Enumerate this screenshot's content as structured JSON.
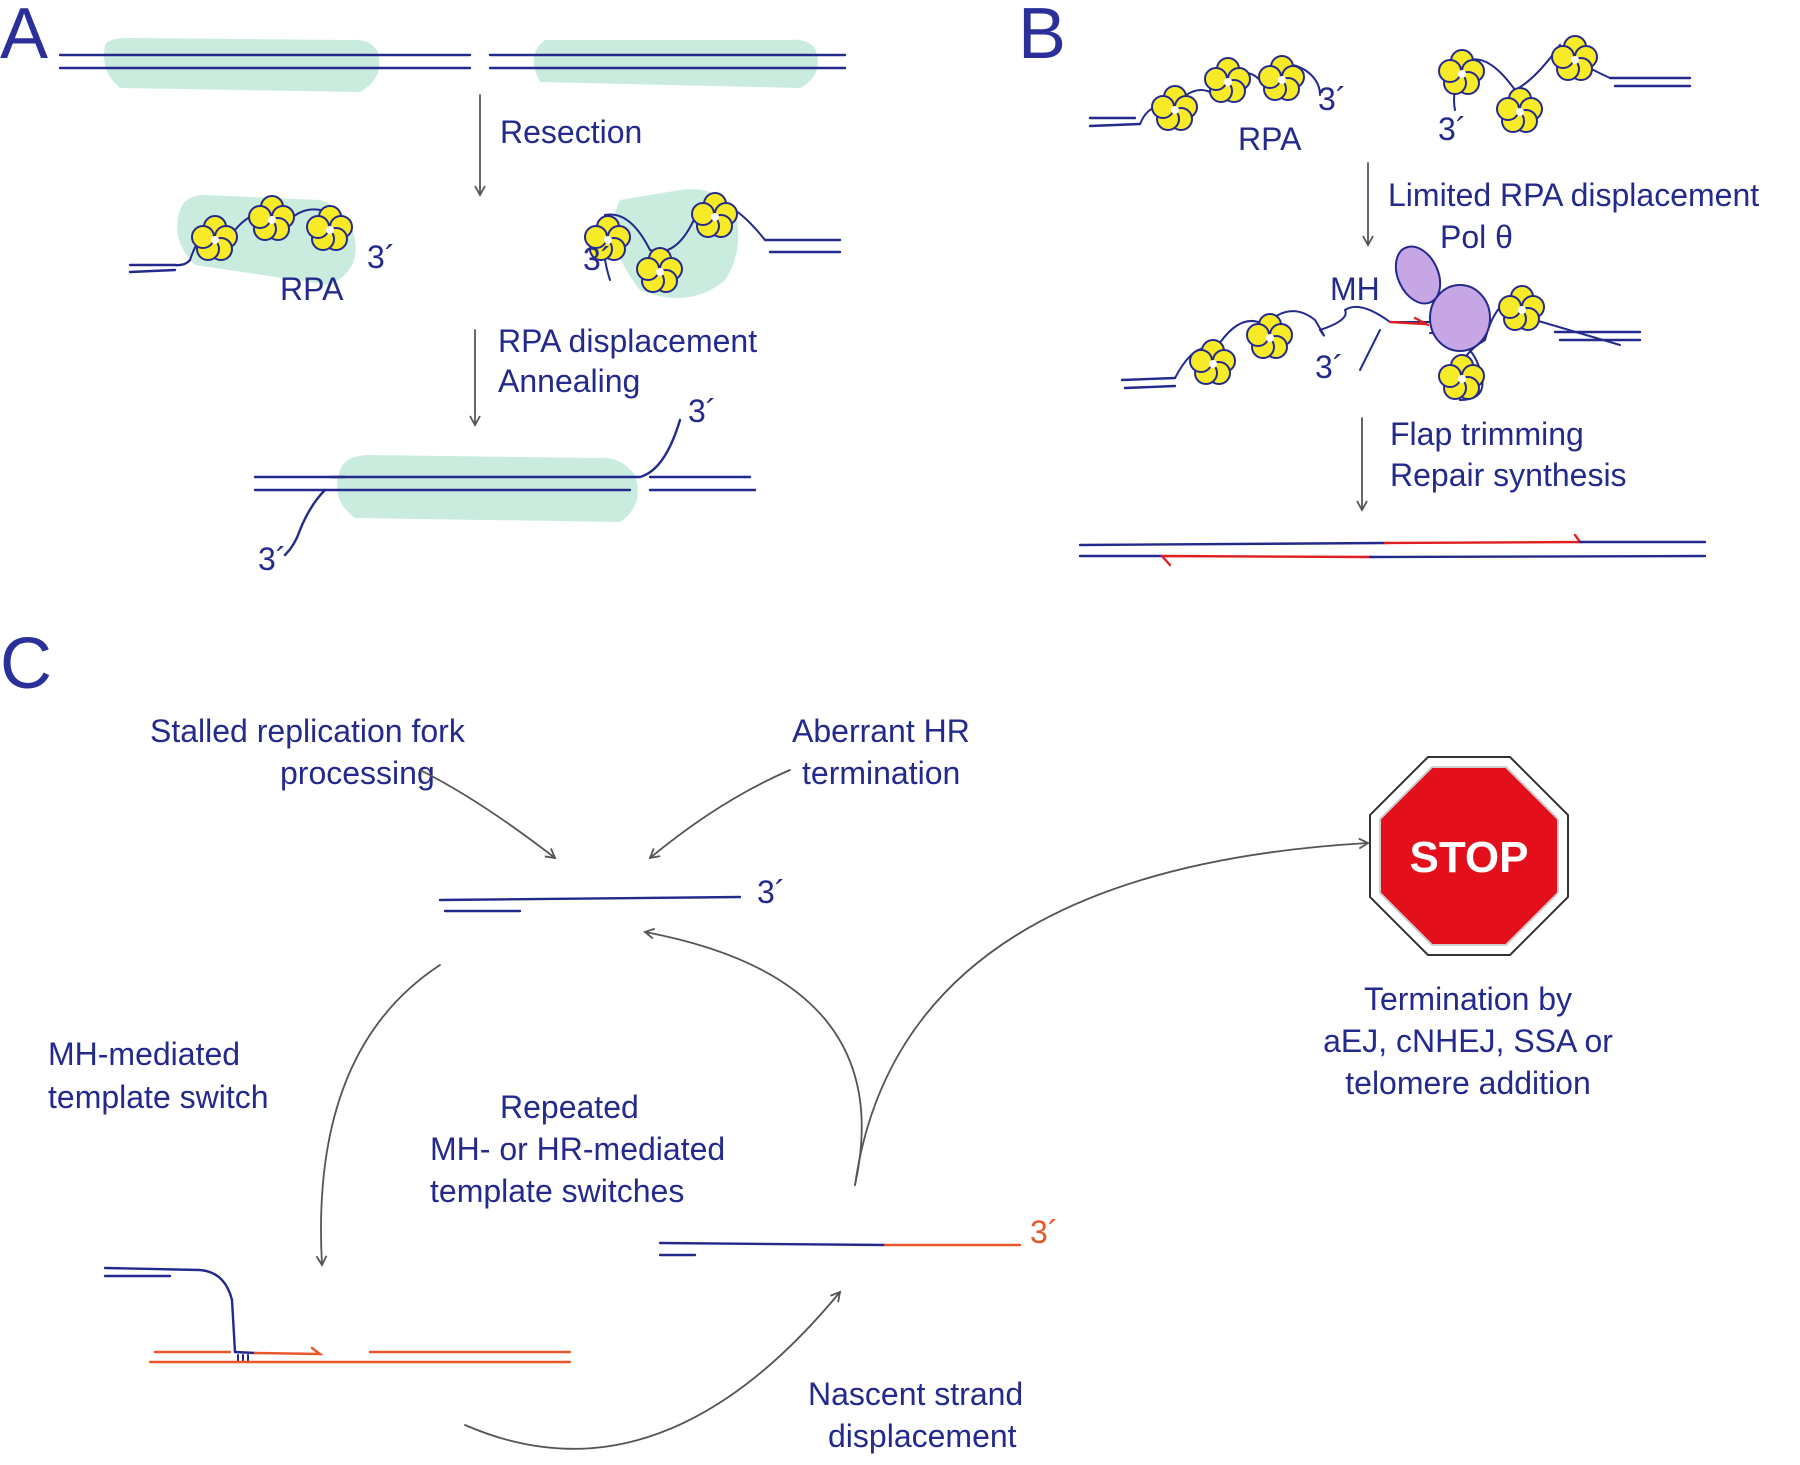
{
  "panels": {
    "a": "A",
    "b": "B",
    "c": "C"
  },
  "panel_a": {
    "step1": "Resection",
    "rpa": "RPA",
    "three_prime": "3´",
    "step2_line1": "RPA displacement",
    "step2_line2": "Annealing"
  },
  "panel_b": {
    "rpa": "RPA",
    "three_prime": "3´",
    "step1": "Limited RPA displacement",
    "mh": "MH",
    "pol": "Pol θ",
    "step2_line1": "Flap trimming",
    "step2_line2": "Repair synthesis"
  },
  "panel_c": {
    "source1_line1": "Stalled replication fork",
    "source1_line2": "processing",
    "source2_line1": "Aberrant HR",
    "source2_line2": "termination",
    "three_prime": "3´",
    "switch_line1": "MH-mediated",
    "switch_line2": "template switch",
    "repeat_line1": "Repeated",
    "repeat_line2": "MH- or HR-mediated",
    "repeat_line3": "template switches",
    "displace_line1": "Nascent strand",
    "displace_line2": "displacement",
    "stop": "STOP",
    "term_line1": "Termination by",
    "term_line2": "aEJ, cNHEJ, SSA or",
    "term_line3": "telomere addition"
  },
  "colors": {
    "dna": "#232a8c",
    "rpa": "#f7ea27",
    "resected_region": "#bfe9d8",
    "pol_theta": "#c7a6e6",
    "synthesis": "#e02020",
    "template": "#e8562a",
    "stop_sign": "#e3101c",
    "arrow": "#555555"
  },
  "icons": [
    "rpa-cluster-icon",
    "pol-theta-icon",
    "stop-sign-icon"
  ]
}
